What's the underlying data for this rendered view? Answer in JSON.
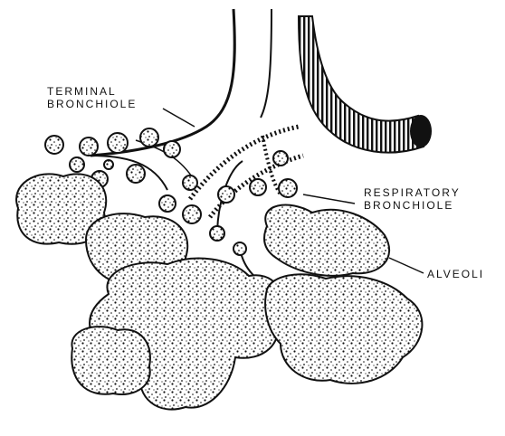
{
  "labels": {
    "terminal_bronchiole": [
      "TERMINAL",
      "BRONCHIOLE"
    ],
    "respiratory_bronchiole": [
      "RESPIRATORY",
      "BRONCHIOLE"
    ],
    "alveoli": "ALVEOLI"
  },
  "colors": {
    "ink": "#111111",
    "background": "#ffffff"
  }
}
